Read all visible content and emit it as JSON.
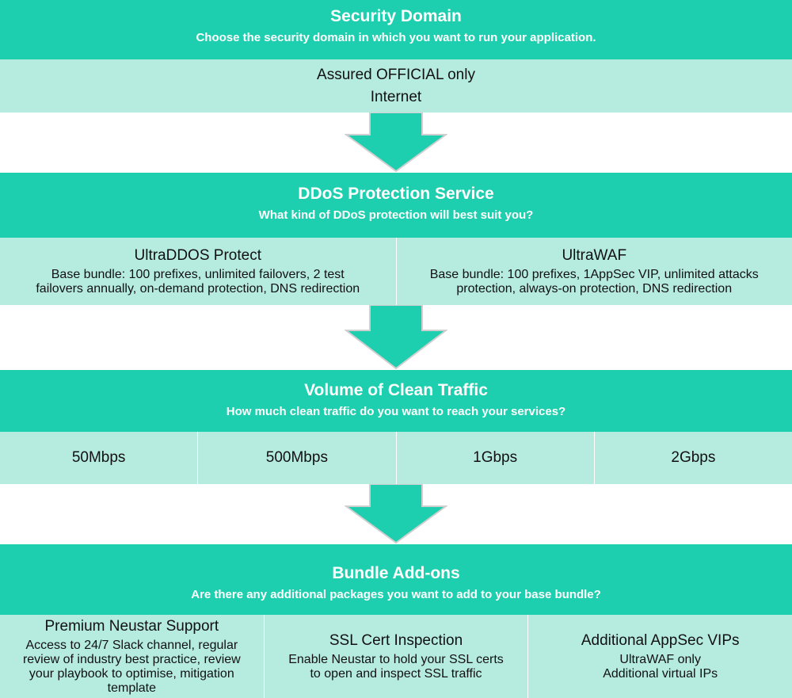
{
  "step1": {
    "title": "Security Domain",
    "subtitle": "Choose the security domain in which you want to run your application.",
    "options": [
      "Assured OFFICIAL only",
      "Internet"
    ]
  },
  "step2": {
    "title": "DDoS Protection Service",
    "subtitle": "What kind of DDoS protection will best suit you?",
    "options": [
      {
        "name": "UltraDDOS Protect",
        "desc": "Base bundle: 100 prefixes, unlimited failovers, 2 test\nfailovers annually, on-demand protection, DNS redirection"
      },
      {
        "name": "UltraWAF",
        "desc": "Base bundle: 100 prefixes, 1AppSec VIP, unlimited attacks\nprotection, always-on protection, DNS redirection"
      }
    ]
  },
  "step3": {
    "title": "Volume of Clean Traffic",
    "subtitle": "How much clean traffic do you want to reach your services?",
    "options": [
      "50Mbps",
      "500Mbps",
      "1Gbps",
      "2Gbps"
    ]
  },
  "step4": {
    "title": "Bundle Add-ons",
    "subtitle": "Are there any additional packages you want to add to your base bundle?",
    "options": [
      {
        "name": "Premium Neustar Support",
        "desc": "Access to 24/7 Slack channel, regular\nreview of industry best practice, review\nyour playbook to optimise, mitigation\ntemplate"
      },
      {
        "name": "SSL Cert Inspection",
        "desc": "Enable Neustar to hold your SSL certs\nto open and inspect SSL traffic"
      },
      {
        "name": "Additional AppSec VIPs",
        "desc": "UltraWAF only\nAdditional virtual IPs"
      }
    ]
  },
  "colors": {
    "header": "#1dcfae",
    "row": "#b6ebe0",
    "arrow": "#1dcfae",
    "arrow_outline": "#cfcfcf"
  }
}
